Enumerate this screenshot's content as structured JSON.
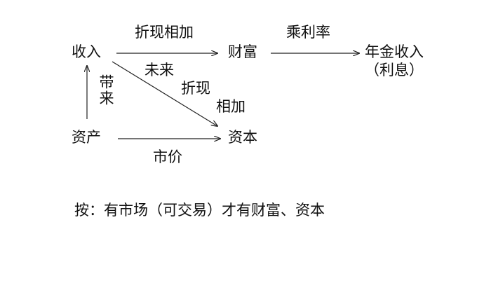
{
  "diagram": {
    "nodes": {
      "income": "收入",
      "wealth": "财富",
      "annual_income": "年金收入",
      "interest": "（利息）",
      "asset": "资产",
      "capital": "资本"
    },
    "edge_labels": {
      "income_to_wealth": "折现相加",
      "wealth_to_annual": "乘利率",
      "asset_to_income": "带来",
      "income_to_capital_1": "未来",
      "income_to_capital_2": "折现",
      "income_to_capital_3": "相加",
      "asset_to_capital": "市价"
    },
    "note": "按：有市场（可交易）才有财富、资本"
  }
}
